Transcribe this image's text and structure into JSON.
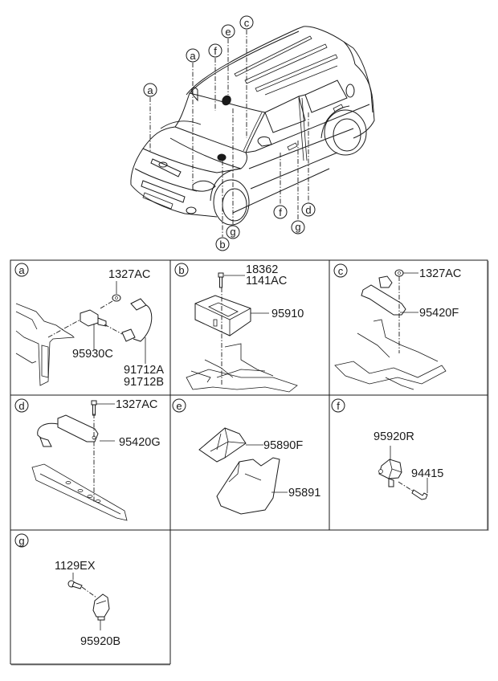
{
  "diagram": {
    "type": "exploded parts diagram",
    "subject": "Vehicle overview with airbag sensor / module locations",
    "overview_callouts": [
      {
        "id": "a",
        "label": "a"
      },
      {
        "id": "a2",
        "label": "a"
      },
      {
        "id": "f",
        "label": "f"
      },
      {
        "id": "e",
        "label": "e"
      },
      {
        "id": "c",
        "label": "c"
      },
      {
        "id": "b",
        "label": "b"
      },
      {
        "id": "g",
        "label": "g"
      },
      {
        "id": "f2",
        "label": "f"
      },
      {
        "id": "g2",
        "label": "g"
      },
      {
        "id": "d",
        "label": "d"
      }
    ],
    "panels": [
      {
        "id": "a",
        "label": "a",
        "parts": [
          "1327AC",
          "95930C",
          "91712A",
          "91712B"
        ]
      },
      {
        "id": "b",
        "label": "b",
        "parts": [
          "18362",
          "1141AC",
          "95910"
        ]
      },
      {
        "id": "c",
        "label": "c",
        "parts": [
          "1327AC",
          "95420F"
        ]
      },
      {
        "id": "d",
        "label": "d",
        "parts": [
          "1327AC",
          "95420G"
        ]
      },
      {
        "id": "e",
        "label": "e",
        "parts": [
          "95890F",
          "95891"
        ]
      },
      {
        "id": "f",
        "label": "f",
        "parts": [
          "95920R",
          "94415"
        ]
      },
      {
        "id": "g",
        "label": "g",
        "parts": [
          "1129EX",
          "95920B"
        ]
      }
    ]
  }
}
